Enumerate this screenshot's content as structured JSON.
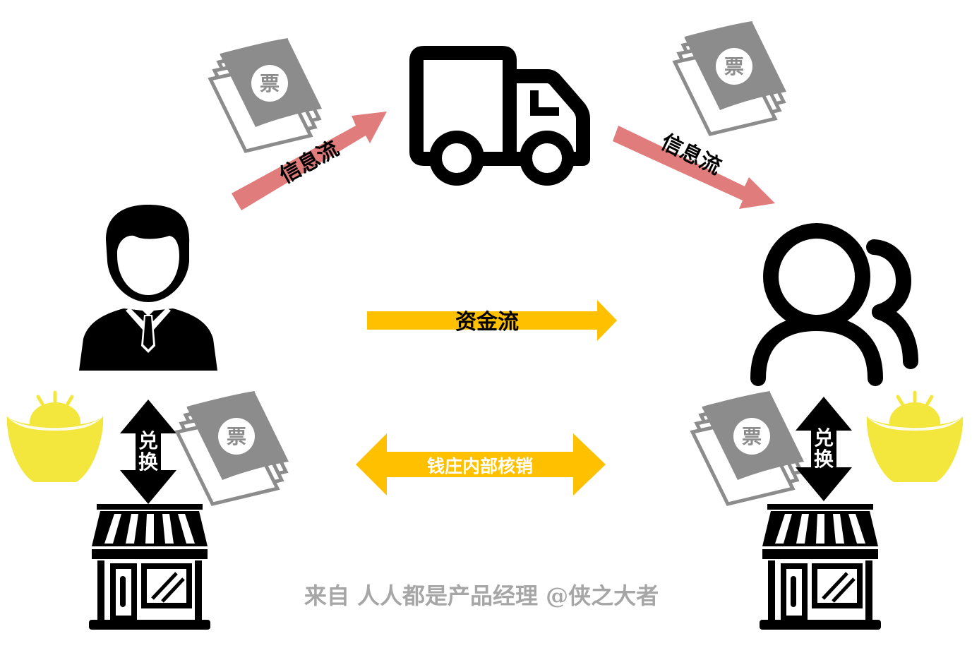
{
  "flows": {
    "info_left": "信息流",
    "info_right": "信息流",
    "funds": "资金流",
    "internal": "钱庄内部核销"
  },
  "exchange": {
    "left": "兑换",
    "right": "兑换"
  },
  "ticket_glyph": "票",
  "watermark": "来自 人人都是产品经理 @侠之大者",
  "colors": {
    "info_arrow": "#e07c7c",
    "funds_arrow": "#ffc000",
    "ticket": "#8c8c8c",
    "ingot": "#f3e63c",
    "icon": "#000000",
    "watermark": "#a6a6a6"
  }
}
